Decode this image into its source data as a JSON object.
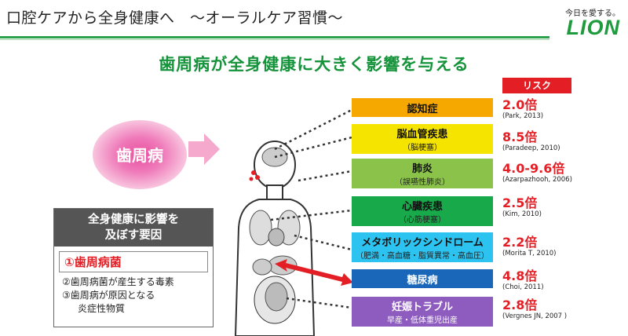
{
  "header": {
    "title": "口腔ケアから全身健康へ　～オーラルケア習慣～",
    "logo_tagline": "今日を愛する。",
    "logo_word": "LION"
  },
  "subtitle": "歯周病が全身健康に大きく影響を与える",
  "risk_header": "リスク",
  "periodontal_label": "歯周病",
  "factors": {
    "heading_line1": "全身健康に影響を",
    "heading_line2": "及ぼす要因",
    "item1": "①歯周病菌",
    "item2": "②歯周病菌が産生する毒素",
    "item3_line1": "③歯周病が原因となる",
    "item3_line2": "炎症性物質"
  },
  "diseases": [
    {
      "name": "認知症",
      "sub": "",
      "risk": "2.0倍",
      "ref": "(Park, 2013)",
      "color": "#f6a800"
    },
    {
      "name": "脳血管疾患",
      "sub": "（脳梗塞）",
      "risk": "8.5倍",
      "ref": "(Paradeep, 2010)",
      "color": "#f5e400"
    },
    {
      "name": "肺炎",
      "sub": "（誤嚥性肺炎）",
      "risk": "4.0-9.6倍",
      "ref": "(Azarpazhooh, 2006)",
      "color": "#8bc34a"
    },
    {
      "name": "心臓疾患",
      "sub": "（心筋梗塞）",
      "risk": "2.5倍",
      "ref": "(Kim, 2010)",
      "color": "#17a94a"
    },
    {
      "name": "メタボリックシンドローム",
      "sub": "（肥満・高血糖・脂質異常・高血圧）",
      "risk": "2.2倍",
      "ref": "(Morita T, 2010)",
      "color": "#2cc3f0"
    },
    {
      "name": "糖尿病",
      "sub": "",
      "risk": "4.8倍",
      "ref": "(Choi, 2011)",
      "color": "#1a66b8"
    },
    {
      "name": "妊娠トラブル",
      "sub": "早産・低体重児出産",
      "risk": "2.8倍",
      "ref": "(Vergnes JN, 2007 )",
      "color": "#8e5bbf"
    }
  ],
  "colors": {
    "brand_green": "#1e9b3c",
    "risk_red": "#e31e24",
    "perio_pink": "#e94f9f"
  }
}
